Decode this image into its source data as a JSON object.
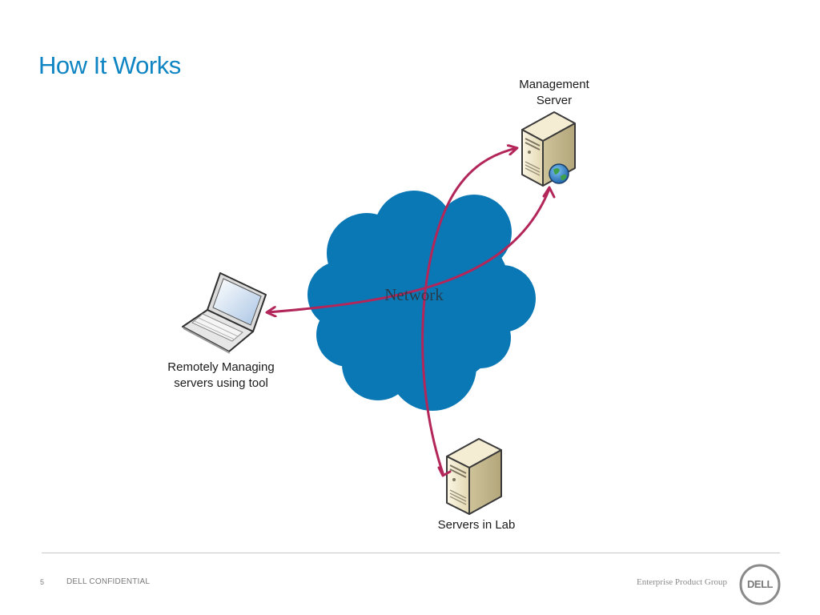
{
  "slide": {
    "title": "How It Works"
  },
  "nodes": {
    "management_server": {
      "label_line1": "Management",
      "label_line2": "Server",
      "icon": "server-globe-icon"
    },
    "remote_laptop": {
      "label_line1": "Remotely Managing",
      "label_line2": "servers using tool",
      "icon": "laptop-icon"
    },
    "lab_servers": {
      "label": "Servers in Lab",
      "icon": "server-icon"
    },
    "network": {
      "label": "Network",
      "icon": "cloud-icon"
    }
  },
  "colors": {
    "cloud": "#0a78b5",
    "connector": "#b3265a",
    "title": "#0f85c3"
  },
  "footer": {
    "page_number": "5",
    "confidential": "DELL CONFIDENTIAL",
    "group": "Enterprise Product Group",
    "logo_text": "DELL"
  }
}
